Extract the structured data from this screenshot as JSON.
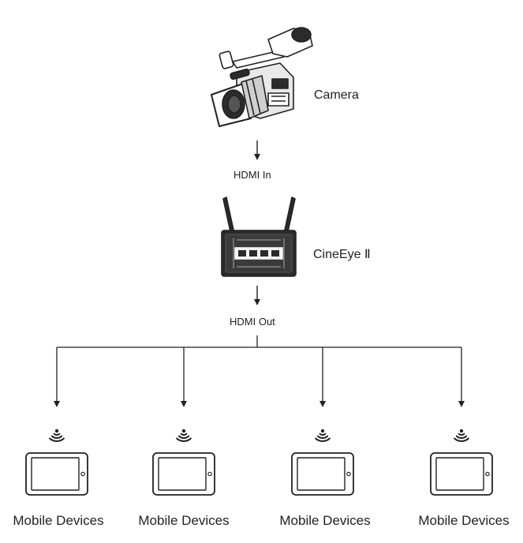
{
  "nodes": {
    "camera": {
      "label": "Camera",
      "icon": "video-camera-icon"
    },
    "cineeye": {
      "label": "CineEye Ⅱ",
      "icon": "wireless-transmitter-icon"
    }
  },
  "connections": {
    "hdmi_in": "HDMI In",
    "hdmi_out": "HDMI Out"
  },
  "devices": [
    {
      "label": "Mobile Devices",
      "icon": "tablet-icon",
      "signal_icon": "wifi-signal-icon"
    },
    {
      "label": "Mobile Devices",
      "icon": "tablet-icon",
      "signal_icon": "wifi-signal-icon"
    },
    {
      "label": "Mobile Devices",
      "icon": "tablet-icon",
      "signal_icon": "wifi-signal-icon"
    },
    {
      "label": "Mobile Devices",
      "icon": "tablet-icon",
      "signal_icon": "wifi-signal-icon"
    }
  ],
  "colors": {
    "line": "#222222",
    "device_fill": "#ffffff",
    "camera_dark": "#2b2b2b"
  }
}
